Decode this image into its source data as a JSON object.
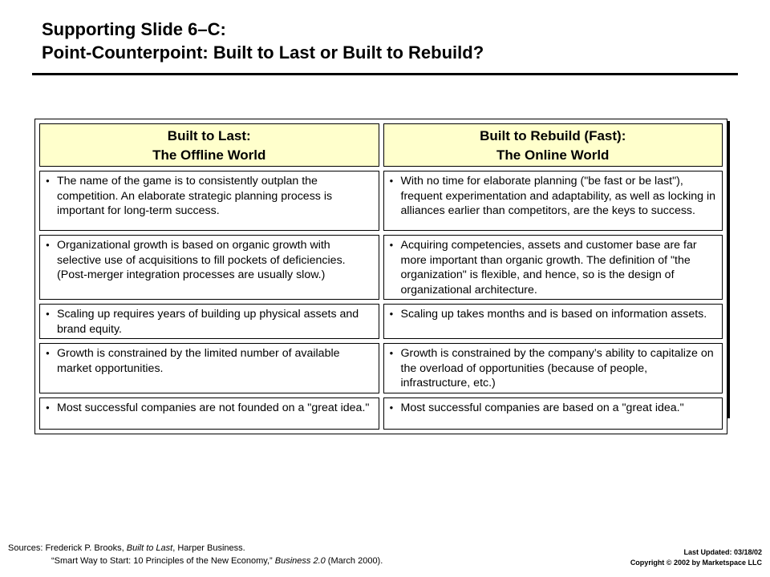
{
  "slide": {
    "title_line1": "Supporting Slide 6–C:",
    "title_line2": "Point-Counterpoint: Built to Last or Built to Rebuild?"
  },
  "table": {
    "headers": [
      {
        "line1": "Built to Last:",
        "line2": "The Offline World"
      },
      {
        "line1": "Built to Rebuild (Fast):",
        "line2": "The Online World"
      }
    ],
    "rows": [
      {
        "left": "The name of the game is to consistently outplan the competition. An elaborate strategic planning process is important for long-term success.",
        "right": "With no time for elaborate planning (\"be fast or be last\"), frequent experimentation and adaptability, as well as locking in alliances earlier than competitors, are the keys to success."
      },
      {
        "left": "Organizational growth is based on organic growth with selective use of acquisitions to fill pockets of deficiencies. (Post-merger integration processes are usually slow.)",
        "right": "Acquiring competencies, assets and customer base are far more important than organic growth. The definition of \"the organization\" is flexible, and hence, so is the design of organizational architecture."
      },
      {
        "left": "Scaling up requires years of building up physical assets and brand equity.",
        "right": "Scaling up takes months and is based on information assets."
      },
      {
        "left": "Growth is constrained by the limited number of available market opportunities.",
        "right": "Growth is constrained by the company’s ability to capitalize on the overload of opportunities (because of people, infrastructure, etc.)"
      },
      {
        "left": "Most successful companies are not founded on a \"great idea.\"",
        "right": "Most successful companies are based on a \"great idea.\""
      }
    ],
    "bullet_glyph": "●"
  },
  "footer": {
    "sources_prefix": "Sources: Frederick P. Brooks, ",
    "sources_book": "Built to Last",
    "sources_book_suffix": ", Harper Business.",
    "sources_line2_a": "“Smart Way to Start: 10 Principles of the New Economy,” ",
    "sources_line2_pub": "Business 2.0",
    "sources_line2_b": " (March 2000).",
    "last_updated": "Last Updated: 03/18/02",
    "copyright": "Copyright © 2002 by Marketspace LLC"
  }
}
